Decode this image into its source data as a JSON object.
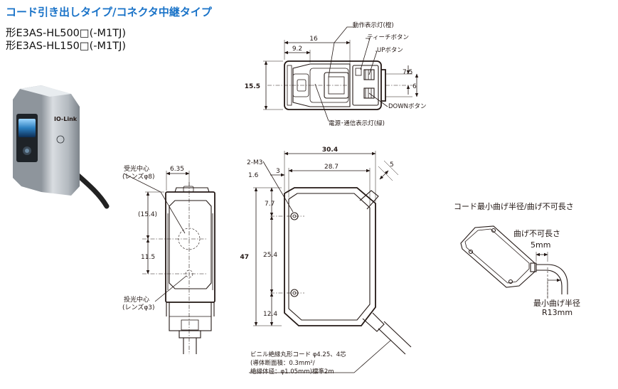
{
  "header": {
    "title": "コード引き出しタイプ/コネクタ中継タイプ",
    "model1": "形E3AS-HL500□(-M1TJ)",
    "model2": "形E3AS-HL150□(-M1TJ)"
  },
  "photo": {
    "brand_text": "IO-Link",
    "cable_color": "#222222",
    "body_color": "#b9bec4"
  },
  "top_view": {
    "dim_width": "16",
    "dim_offset": "9.2",
    "dim_height": "15.5",
    "dim_right_1": "7.5",
    "dim_right_2": "6",
    "callout_operation_led": "動作表示灯(橙)",
    "callout_teach_button": "ティーチボタン",
    "callout_up_button": "UPボタン",
    "callout_down_button": "DOWNボタン",
    "callout_power_led": "電源･通信表示灯(緑)"
  },
  "front_view": {
    "dim_top": "6.35",
    "dim_upper": "(15.4)",
    "dim_lower": "11.5",
    "label_receiver": "受光中心",
    "label_receiver_lens": "(レンズφ8)",
    "label_emitter": "投光中心",
    "label_emitter_lens": "(レンズφ3)"
  },
  "side_view": {
    "dim_total_width": "30.4",
    "dim_inner_width": "28.7",
    "dim_screw": "2-M3",
    "dim_3": "3",
    "dim_1_6": "1.6",
    "dim_5": "5",
    "dim_7_7": "7.7",
    "dim_47": "47",
    "dim_25_4": "25.4",
    "dim_12_4": "12.4",
    "cable_line1": "ビニル絶縁丸形コード φ4.25、4芯",
    "cable_line2": "(導体断面積：0.3mm²/",
    "cable_line3": "絶縁体径：φ1.05mm)標準2m"
  },
  "bend_view": {
    "title": "コード最小曲げ半径/曲げ不可長さ",
    "no_bend_label": "曲げ不可長さ",
    "no_bend_value": "5mm",
    "min_radius_label": "最小曲げ半径",
    "min_radius_value": "R13mm"
  }
}
